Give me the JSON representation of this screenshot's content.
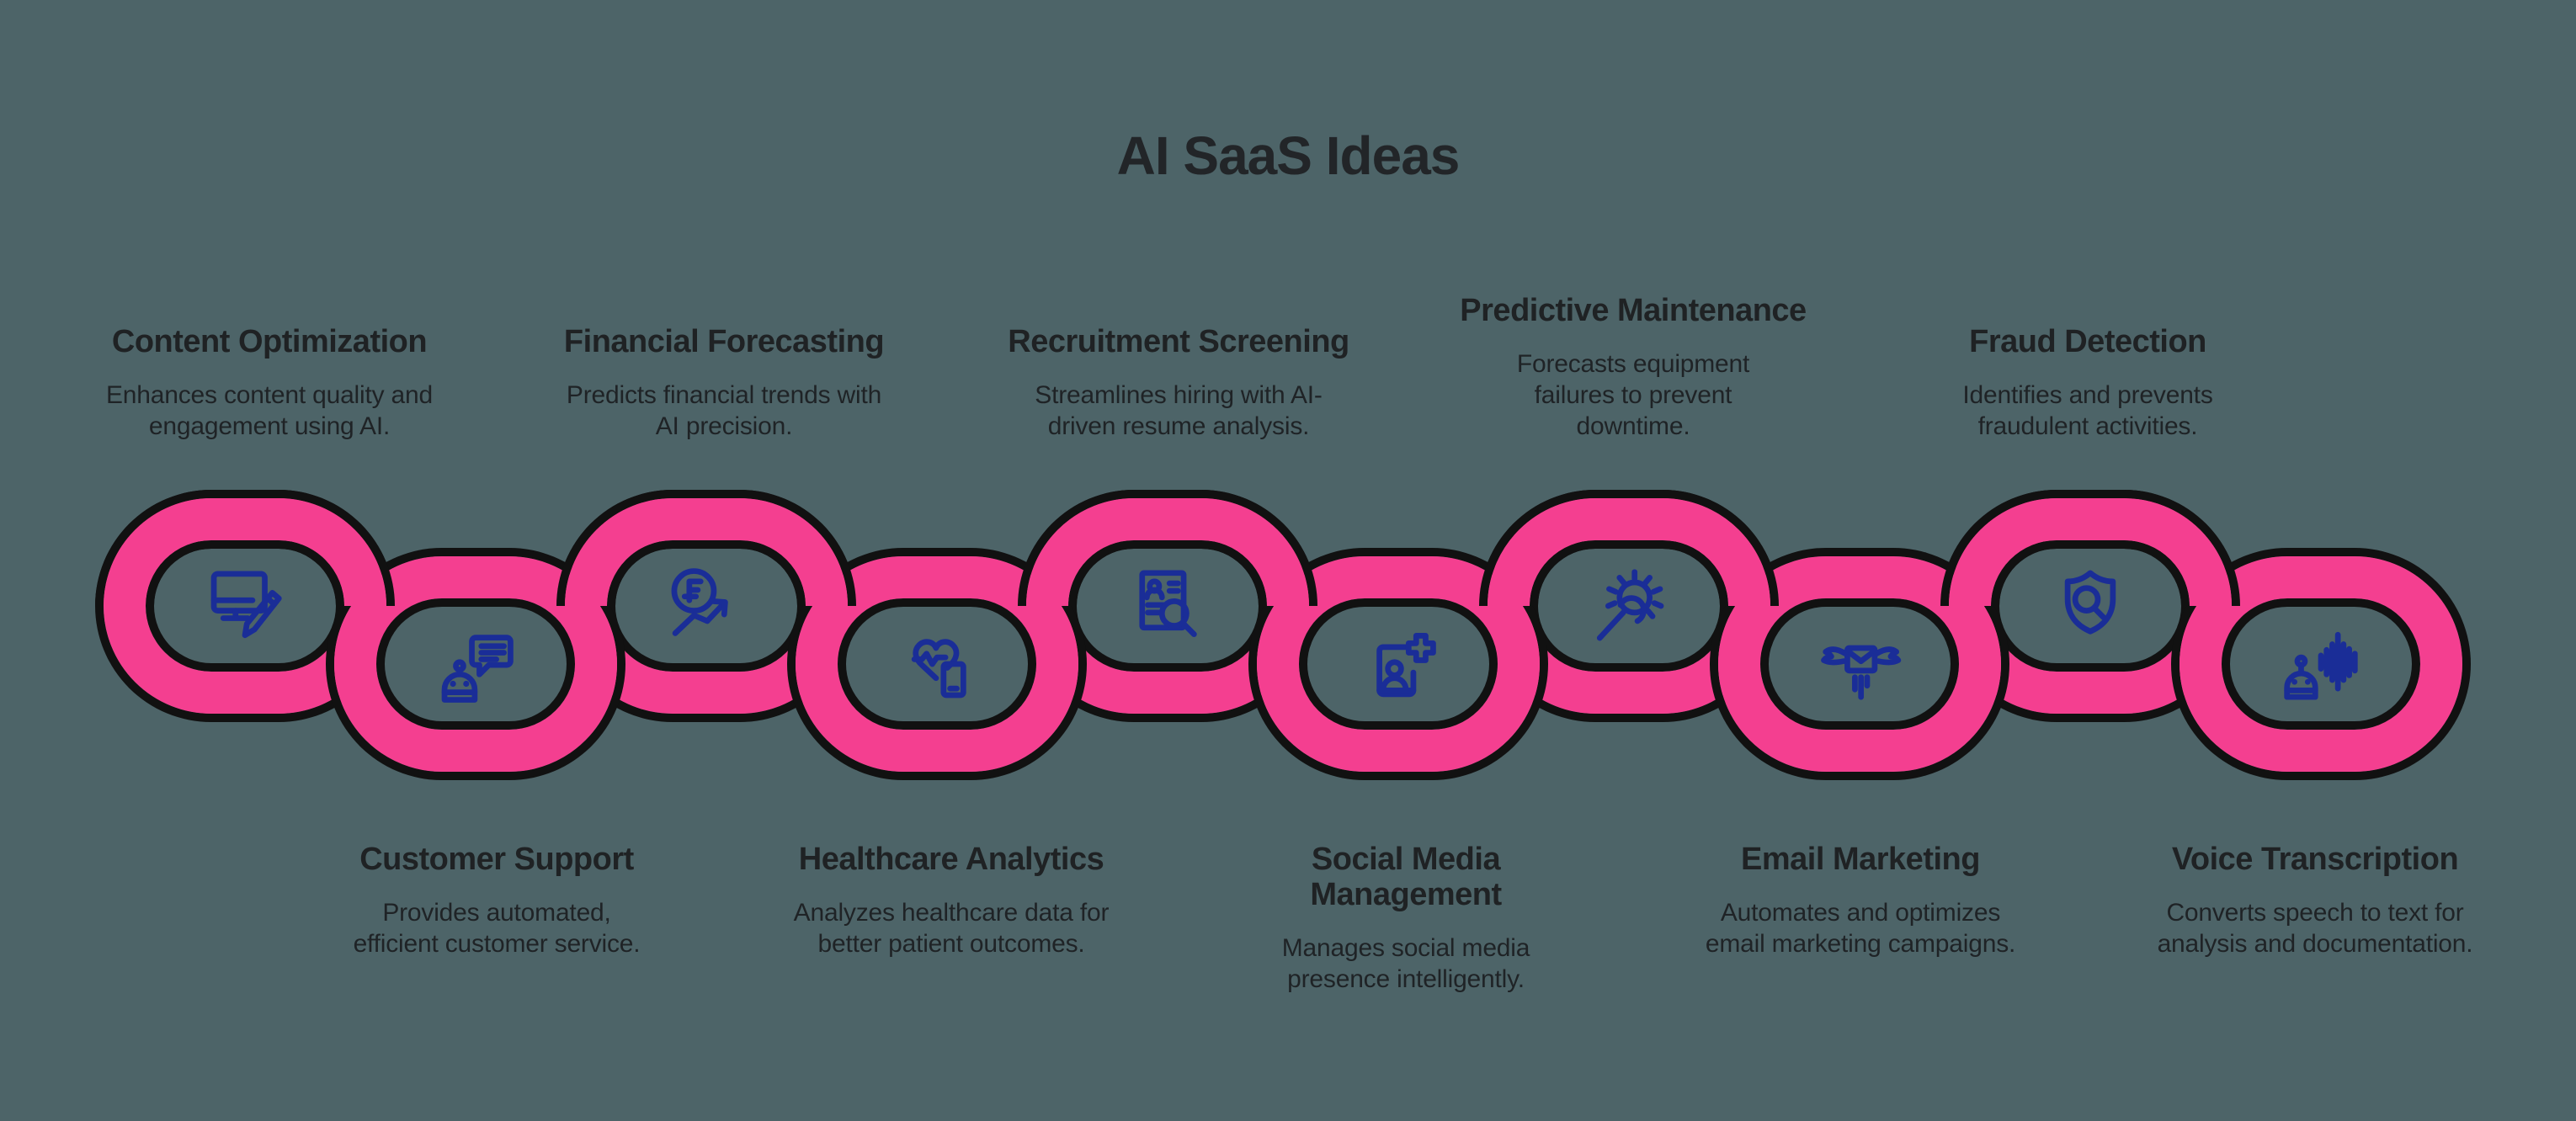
{
  "title": "AI SaaS Ideas",
  "colors": {
    "background": "#4d6468",
    "chain_pink": "#f43f90",
    "chain_outline": "#111111",
    "icon_blue": "#1a2d97",
    "text": "#1f2224"
  },
  "chain": {
    "link_count": 10,
    "style": "interlocked-chain"
  },
  "items": [
    {
      "name": "Content Optimization",
      "description": "Enhances content quality and engagement using AI.",
      "icon": "monitor-pencil-icon",
      "position": "top"
    },
    {
      "name": "Customer Support",
      "description": "Provides automated, efficient customer service.",
      "icon": "robot-chat-bubble-icon",
      "position": "bottom"
    },
    {
      "name": "Financial Forecasting",
      "description": "Predicts financial trends with AI precision.",
      "icon": "coin-trend-arrow-icon",
      "position": "top"
    },
    {
      "name": "Healthcare Analytics",
      "description": "Analyzes healthcare data for better patient outcomes.",
      "icon": "heart-pulse-phone-icon",
      "position": "bottom"
    },
    {
      "name": "Recruitment Screening",
      "description": "Streamlines hiring with AI-driven resume analysis.",
      "icon": "resume-magnifier-icon",
      "position": "top"
    },
    {
      "name": "Social Media Management",
      "description": "Manages social media presence intelligently.",
      "icon": "profile-plus-icon",
      "position": "bottom"
    },
    {
      "name": "Predictive Maintenance",
      "description": "Forecasts equipment failures to prevent downtime.",
      "icon": "gear-wrench-icon",
      "position": "top"
    },
    {
      "name": "Email Marketing",
      "description": "Automates and optimizes email marketing campaigns.",
      "icon": "winged-envelope-icon",
      "position": "bottom"
    },
    {
      "name": "Fraud Detection",
      "description": "Identifies and prevents fraudulent activities.",
      "icon": "shield-magnifier-icon",
      "position": "top"
    },
    {
      "name": "Voice Transcription",
      "description": "Converts speech to text for analysis and documentation.",
      "icon": "robot-voice-waves-icon",
      "position": "bottom"
    }
  ]
}
